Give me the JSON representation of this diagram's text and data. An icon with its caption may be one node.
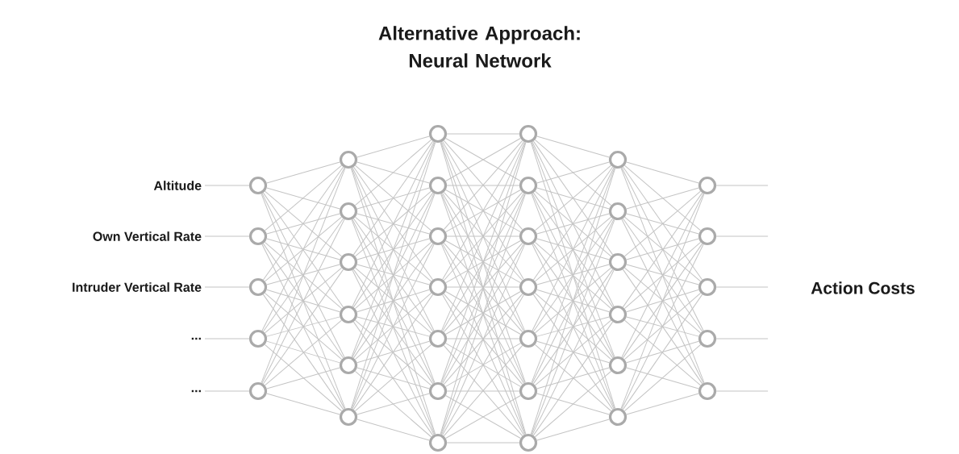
{
  "diagram": {
    "title": "Alternative Approach: Neural Network",
    "nodes": [
      {
        "text": [
          "Altitude"
        ]
      },
      {
        "text": [
          "Own Vertical Rate"
        ]
      },
      {
        "text": [
          "Intruder Vertical Rate"
        ]
      },
      {
        "text": [
          "..."
        ]
      },
      {
        "text": [
          "..."
        ]
      },
      {
        "text": [],
        "shape": "circle"
      },
      {
        "text": [],
        "shape": "circle"
      },
      {
        "text": [],
        "shape": "circle"
      },
      {
        "text": [],
        "shape": "circle"
      },
      {
        "text": [],
        "shape": "circle"
      },
      {
        "text": [],
        "shape": "circle"
      },
      {
        "text": [],
        "shape": "circle"
      },
      {
        "text": [],
        "shape": "circle"
      },
      {
        "text": [],
        "shape": "circle"
      },
      {
        "text": [],
        "shape": "circle"
      },
      {
        "text": [],
        "shape": "circle"
      },
      {
        "text": [],
        "shape": "circle"
      },
      {
        "text": [],
        "shape": "circle"
      },
      {
        "text": [],
        "shape": "circle"
      },
      {
        "text": [],
        "shape": "circle"
      },
      {
        "text": [],
        "shape": "circle"
      },
      {
        "text": [],
        "shape": "circle"
      },
      {
        "text": [],
        "shape": "circle"
      },
      {
        "text": [],
        "shape": "circle"
      },
      {
        "text": [],
        "shape": "circle"
      },
      {
        "text": [],
        "shape": "circle"
      },
      {
        "text": [],
        "shape": "circle"
      },
      {
        "text": [],
        "shape": "circle"
      },
      {
        "text": [],
        "shape": "circle"
      },
      {
        "text": [],
        "shape": "circle"
      },
      {
        "text": [],
        "shape": "circle"
      },
      {
        "text": [],
        "shape": "circle"
      },
      {
        "text": [],
        "shape": "circle"
      },
      {
        "text": [],
        "shape": "circle"
      },
      {
        "text": [],
        "shape": "circle"
      },
      {
        "text": [],
        "shape": "circle"
      },
      {
        "text": [],
        "shape": "circle"
      },
      {
        "text": [],
        "shape": "circle"
      },
      {
        "text": [],
        "shape": "circle"
      },
      {
        "text": [],
        "shape": "circle"
      },
      {
        "text": [],
        "shape": "circle"
      }
    ],
    "edges": [
      {
        "from": 0,
        "to": 5,
        "arrow": "none"
      },
      {
        "from": 1,
        "to": 6,
        "arrow": "none"
      },
      {
        "from": 2,
        "to": 7,
        "arrow": "none"
      },
      {
        "from": 3,
        "to": 8,
        "arrow": "none"
      },
      {
        "from": 4,
        "to": 9,
        "arrow": "none"
      },
      {
        "from": 5,
        "to": 10,
        "arrow": "none"
      },
      {
        "from": 5,
        "to": 11,
        "arrow": "none"
      },
      {
        "from": 5,
        "to": 12,
        "arrow": "none"
      },
      {
        "from": 5,
        "to": 13,
        "arrow": "none"
      },
      {
        "from": 5,
        "to": 14,
        "arrow": "none"
      },
      {
        "from": 5,
        "to": 15,
        "arrow": "none"
      },
      {
        "from": 6,
        "to": 10,
        "arrow": "none"
      },
      {
        "from": 6,
        "to": 11,
        "arrow": "none"
      },
      {
        "from": 6,
        "to": 12,
        "arrow": "none"
      },
      {
        "from": 6,
        "to": 13,
        "arrow": "none"
      },
      {
        "from": 6,
        "to": 14,
        "arrow": "none"
      },
      {
        "from": 6,
        "to": 15,
        "arrow": "none"
      },
      {
        "from": 7,
        "to": 10,
        "arrow": "none"
      },
      {
        "from": 7,
        "to": 11,
        "arrow": "none"
      },
      {
        "from": 7,
        "to": 12,
        "arrow": "none"
      },
      {
        "from": 7,
        "to": 13,
        "arrow": "none"
      },
      {
        "from": 7,
        "to": 14,
        "arrow": "none"
      },
      {
        "from": 7,
        "to": 15,
        "arrow": "none"
      },
      {
        "from": 8,
        "to": 10,
        "arrow": "none"
      },
      {
        "from": 8,
        "to": 11,
        "arrow": "none"
      },
      {
        "from": 8,
        "to": 12,
        "arrow": "none"
      },
      {
        "from": 8,
        "to": 13,
        "arrow": "none"
      },
      {
        "from": 8,
        "to": 14,
        "arrow": "none"
      },
      {
        "from": 8,
        "to": 15,
        "arrow": "none"
      },
      {
        "from": 9,
        "to": 10,
        "arrow": "none"
      },
      {
        "from": 9,
        "to": 11,
        "arrow": "none"
      },
      {
        "from": 9,
        "to": 12,
        "arrow": "none"
      },
      {
        "from": 9,
        "to": 13,
        "arrow": "none"
      },
      {
        "from": 9,
        "to": 14,
        "arrow": "none"
      },
      {
        "from": 9,
        "to": 15,
        "arrow": "none"
      },
      {
        "from": 10,
        "to": 16,
        "arrow": "none"
      },
      {
        "from": 10,
        "to": 17,
        "arrow": "none"
      },
      {
        "from": 10,
        "to": 18,
        "arrow": "none"
      },
      {
        "from": 10,
        "to": 19,
        "arrow": "none"
      },
      {
        "from": 10,
        "to": 20,
        "arrow": "none"
      },
      {
        "from": 10,
        "to": 21,
        "arrow": "none"
      },
      {
        "from": 10,
        "to": 22,
        "arrow": "none"
      },
      {
        "from": 11,
        "to": 16,
        "arrow": "none"
      },
      {
        "from": 11,
        "to": 17,
        "arrow": "none"
      },
      {
        "from": 11,
        "to": 18,
        "arrow": "none"
      },
      {
        "from": 11,
        "to": 19,
        "arrow": "none"
      },
      {
        "from": 11,
        "to": 20,
        "arrow": "none"
      },
      {
        "from": 11,
        "to": 21,
        "arrow": "none"
      },
      {
        "from": 11,
        "to": 22,
        "arrow": "none"
      },
      {
        "from": 12,
        "to": 16,
        "arrow": "none"
      },
      {
        "from": 12,
        "to": 17,
        "arrow": "none"
      },
      {
        "from": 12,
        "to": 18,
        "arrow": "none"
      },
      {
        "from": 12,
        "to": 19,
        "arrow": "none"
      },
      {
        "from": 12,
        "to": 20,
        "arrow": "none"
      },
      {
        "from": 12,
        "to": 21,
        "arrow": "none"
      },
      {
        "from": 12,
        "to": 22,
        "arrow": "none"
      },
      {
        "from": 13,
        "to": 16,
        "arrow": "none"
      },
      {
        "from": 13,
        "to": 17,
        "arrow": "none"
      },
      {
        "from": 13,
        "to": 18,
        "arrow": "none"
      },
      {
        "from": 13,
        "to": 19,
        "arrow": "none"
      },
      {
        "from": 13,
        "to": 20,
        "arrow": "none"
      },
      {
        "from": 13,
        "to": 21,
        "arrow": "none"
      },
      {
        "from": 13,
        "to": 22,
        "arrow": "none"
      },
      {
        "from": 14,
        "to": 16,
        "arrow": "none"
      },
      {
        "from": 14,
        "to": 17,
        "arrow": "none"
      },
      {
        "from": 14,
        "to": 18,
        "arrow": "none"
      },
      {
        "from": 14,
        "to": 19,
        "arrow": "none"
      },
      {
        "from": 14,
        "to": 20,
        "arrow": "none"
      },
      {
        "from": 14,
        "to": 21,
        "arrow": "none"
      },
      {
        "from": 14,
        "to": 22,
        "arrow": "none"
      },
      {
        "from": 15,
        "to": 16,
        "arrow": "none"
      },
      {
        "from": 15,
        "to": 17,
        "arrow": "none"
      },
      {
        "from": 15,
        "to": 18,
        "arrow": "none"
      },
      {
        "from": 15,
        "to": 19,
        "arrow": "none"
      },
      {
        "from": 15,
        "to": 20,
        "arrow": "none"
      },
      {
        "from": 15,
        "to": 21,
        "arrow": "none"
      },
      {
        "from": 15,
        "to": 22,
        "arrow": "none"
      },
      {
        "from": 16,
        "to": 23,
        "arrow": "none"
      },
      {
        "from": 16,
        "to": 24,
        "arrow": "none"
      },
      {
        "from": 16,
        "to": 25,
        "arrow": "none"
      },
      {
        "from": 16,
        "to": 26,
        "arrow": "none"
      },
      {
        "from": 16,
        "to": 27,
        "arrow": "none"
      },
      {
        "from": 16,
        "to": 28,
        "arrow": "none"
      },
      {
        "from": 16,
        "to": 29,
        "arrow": "none"
      },
      {
        "from": 17,
        "to": 23,
        "arrow": "none"
      },
      {
        "from": 17,
        "to": 24,
        "arrow": "none"
      },
      {
        "from": 17,
        "to": 25,
        "arrow": "none"
      },
      {
        "from": 17,
        "to": 26,
        "arrow": "none"
      },
      {
        "from": 17,
        "to": 27,
        "arrow": "none"
      },
      {
        "from": 17,
        "to": 28,
        "arrow": "none"
      },
      {
        "from": 17,
        "to": 29,
        "arrow": "none"
      },
      {
        "from": 18,
        "to": 23,
        "arrow": "none"
      },
      {
        "from": 18,
        "to": 24,
        "arrow": "none"
      },
      {
        "from": 18,
        "to": 25,
        "arrow": "none"
      },
      {
        "from": 18,
        "to": 26,
        "arrow": "none"
      },
      {
        "from": 18,
        "to": 27,
        "arrow": "none"
      },
      {
        "from": 18,
        "to": 28,
        "arrow": "none"
      },
      {
        "from": 18,
        "to": 29,
        "arrow": "none"
      },
      {
        "from": 19,
        "to": 23,
        "arrow": "none"
      },
      {
        "from": 19,
        "to": 24,
        "arrow": "none"
      },
      {
        "from": 19,
        "to": 25,
        "arrow": "none"
      },
      {
        "from": 19,
        "to": 26,
        "arrow": "none"
      },
      {
        "from": 19,
        "to": 27,
        "arrow": "none"
      },
      {
        "from": 19,
        "to": 28,
        "arrow": "none"
      },
      {
        "from": 19,
        "to": 29,
        "arrow": "none"
      },
      {
        "from": 20,
        "to": 23,
        "arrow": "none"
      },
      {
        "from": 20,
        "to": 24,
        "arrow": "none"
      },
      {
        "from": 20,
        "to": 25,
        "arrow": "none"
      },
      {
        "from": 20,
        "to": 26,
        "arrow": "none"
      },
      {
        "from": 20,
        "to": 27,
        "arrow": "none"
      },
      {
        "from": 20,
        "to": 28,
        "arrow": "none"
      },
      {
        "from": 20,
        "to": 29,
        "arrow": "none"
      },
      {
        "from": 21,
        "to": 23,
        "arrow": "none"
      },
      {
        "from": 21,
        "to": 24,
        "arrow": "none"
      },
      {
        "from": 21,
        "to": 25,
        "arrow": "none"
      },
      {
        "from": 21,
        "to": 26,
        "arrow": "none"
      },
      {
        "from": 21,
        "to": 27,
        "arrow": "none"
      },
      {
        "from": 21,
        "to": 28,
        "arrow": "none"
      },
      {
        "from": 21,
        "to": 29,
        "arrow": "none"
      },
      {
        "from": 22,
        "to": 23,
        "arrow": "none"
      },
      {
        "from": 22,
        "to": 24,
        "arrow": "none"
      },
      {
        "from": 22,
        "to": 25,
        "arrow": "none"
      },
      {
        "from": 22,
        "to": 26,
        "arrow": "none"
      },
      {
        "from": 22,
        "to": 27,
        "arrow": "none"
      },
      {
        "from": 22,
        "to": 28,
        "arrow": "none"
      },
      {
        "from": 22,
        "to": 29,
        "arrow": "none"
      },
      {
        "from": 23,
        "to": 30,
        "arrow": "none"
      },
      {
        "from": 23,
        "to": 31,
        "arrow": "none"
      },
      {
        "from": 23,
        "to": 32,
        "arrow": "none"
      },
      {
        "from": 23,
        "to": 33,
        "arrow": "none"
      },
      {
        "from": 23,
        "to": 34,
        "arrow": "none"
      },
      {
        "from": 23,
        "to": 35,
        "arrow": "none"
      },
      {
        "from": 24,
        "to": 30,
        "arrow": "none"
      },
      {
        "from": 24,
        "to": 31,
        "arrow": "none"
      },
      {
        "from": 24,
        "to": 32,
        "arrow": "none"
      },
      {
        "from": 24,
        "to": 33,
        "arrow": "none"
      },
      {
        "from": 24,
        "to": 34,
        "arrow": "none"
      },
      {
        "from": 24,
        "to": 35,
        "arrow": "none"
      },
      {
        "from": 25,
        "to": 30,
        "arrow": "none"
      },
      {
        "from": 25,
        "to": 31,
        "arrow": "none"
      },
      {
        "from": 25,
        "to": 32,
        "arrow": "none"
      },
      {
        "from": 25,
        "to": 33,
        "arrow": "none"
      },
      {
        "from": 25,
        "to": 34,
        "arrow": "none"
      },
      {
        "from": 25,
        "to": 35,
        "arrow": "none"
      },
      {
        "from": 26,
        "to": 30,
        "arrow": "none"
      },
      {
        "from": 26,
        "to": 31,
        "arrow": "none"
      },
      {
        "from": 26,
        "to": 32,
        "arrow": "none"
      },
      {
        "from": 26,
        "to": 33,
        "arrow": "none"
      },
      {
        "from": 26,
        "to": 34,
        "arrow": "none"
      },
      {
        "from": 26,
        "to": 35,
        "arrow": "none"
      },
      {
        "from": 27,
        "to": 30,
        "arrow": "none"
      },
      {
        "from": 27,
        "to": 31,
        "arrow": "none"
      },
      {
        "from": 27,
        "to": 32,
        "arrow": "none"
      },
      {
        "from": 27,
        "to": 33,
        "arrow": "none"
      },
      {
        "from": 27,
        "to": 34,
        "arrow": "none"
      },
      {
        "from": 27,
        "to": 35,
        "arrow": "none"
      },
      {
        "from": 28,
        "to": 30,
        "arrow": "none"
      },
      {
        "from": 28,
        "to": 31,
        "arrow": "none"
      },
      {
        "from": 28,
        "to": 32,
        "arrow": "none"
      },
      {
        "from": 28,
        "to": 33,
        "arrow": "none"
      },
      {
        "from": 28,
        "to": 34,
        "arrow": "none"
      },
      {
        "from": 28,
        "to": 35,
        "arrow": "none"
      },
      {
        "from": 29,
        "to": 30,
        "arrow": "none"
      },
      {
        "from": 29,
        "to": 31,
        "arrow": "none"
      },
      {
        "from": 29,
        "to": 32,
        "arrow": "none"
      },
      {
        "from": 29,
        "to": 33,
        "arrow": "none"
      },
      {
        "from": 29,
        "to": 34,
        "arrow": "none"
      },
      {
        "from": 29,
        "to": 35,
        "arrow": "none"
      },
      {
        "from": 30,
        "to": 36,
        "arrow": "none"
      },
      {
        "from": 30,
        "to": 37,
        "arrow": "none"
      },
      {
        "from": 30,
        "to": 38,
        "arrow": "none"
      },
      {
        "from": 30,
        "to": 39,
        "arrow": "none"
      },
      {
        "from": 30,
        "to": 40,
        "arrow": "none"
      },
      {
        "from": 31,
        "to": 36,
        "arrow": "none"
      },
      {
        "from": 31,
        "to": 37,
        "arrow": "none"
      },
      {
        "from": 31,
        "to": 38,
        "arrow": "none"
      },
      {
        "from": 31,
        "to": 39,
        "arrow": "none"
      },
      {
        "from": 31,
        "to": 40,
        "arrow": "none"
      },
      {
        "from": 32,
        "to": 36,
        "arrow": "none"
      },
      {
        "from": 32,
        "to": 37,
        "arrow": "none"
      },
      {
        "from": 32,
        "to": 38,
        "arrow": "none"
      },
      {
        "from": 32,
        "to": 39,
        "arrow": "none"
      },
      {
        "from": 32,
        "to": 40,
        "arrow": "none"
      },
      {
        "from": 33,
        "to": 36,
        "arrow": "none"
      },
      {
        "from": 33,
        "to": 37,
        "arrow": "none"
      },
      {
        "from": 33,
        "to": 38,
        "arrow": "none"
      },
      {
        "from": 33,
        "to": 39,
        "arrow": "none"
      },
      {
        "from": 33,
        "to": 40,
        "arrow": "none"
      },
      {
        "from": 34,
        "to": 36,
        "arrow": "none"
      },
      {
        "from": 34,
        "to": 37,
        "arrow": "none"
      },
      {
        "from": 34,
        "to": 38,
        "arrow": "none"
      },
      {
        "from": 34,
        "to": 39,
        "arrow": "none"
      },
      {
        "from": 34,
        "to": 40,
        "arrow": "none"
      },
      {
        "from": 35,
        "to": 36,
        "arrow": "none"
      },
      {
        "from": 35,
        "to": 37,
        "arrow": "none"
      },
      {
        "from": 35,
        "to": 38,
        "arrow": "none"
      },
      {
        "from": 35,
        "to": 39,
        "arrow": "none"
      },
      {
        "from": 35,
        "to": 40,
        "arrow": "none"
      },
      {
        "from": 36,
        "to": null,
        "arrow": "none"
      },
      {
        "from": 37,
        "to": null,
        "arrow": "none"
      },
      {
        "from": 38,
        "to": null,
        "arrow": "none"
      },
      {
        "from": 39,
        "to": null,
        "arrow": "none"
      },
      {
        "from": 40,
        "to": null,
        "arrow": "none"
      }
    ],
    "labels": [
      "Action Costs"
    ]
  }
}
